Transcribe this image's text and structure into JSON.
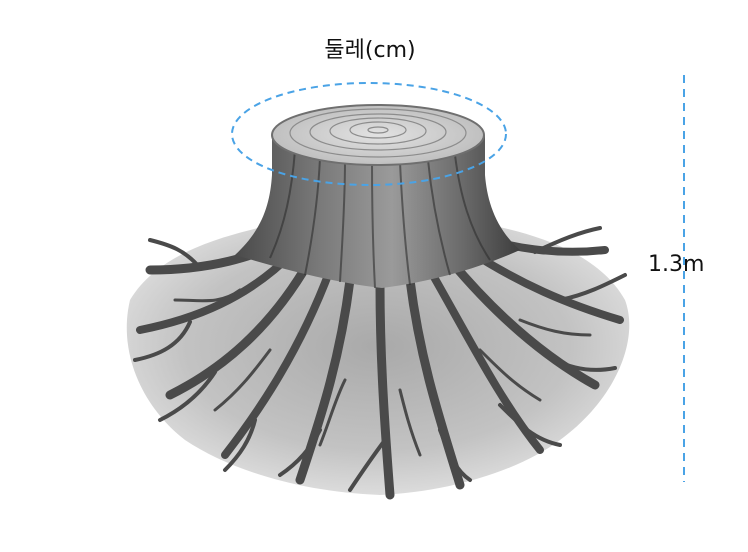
{
  "diagram": {
    "circumference_label": "둘레(cm)",
    "height_label": "1.3m",
    "colors": {
      "measure_line": "#4aa3e6",
      "wood_light": "#d9d9d9",
      "wood_mid": "#8a8a8a",
      "wood_dark": "#3d3d3d",
      "shadow": "#b5b5b5"
    },
    "icons": [
      "tree-stump-illustration",
      "circumference-dashed-ellipse",
      "height-dashed-line"
    ]
  }
}
